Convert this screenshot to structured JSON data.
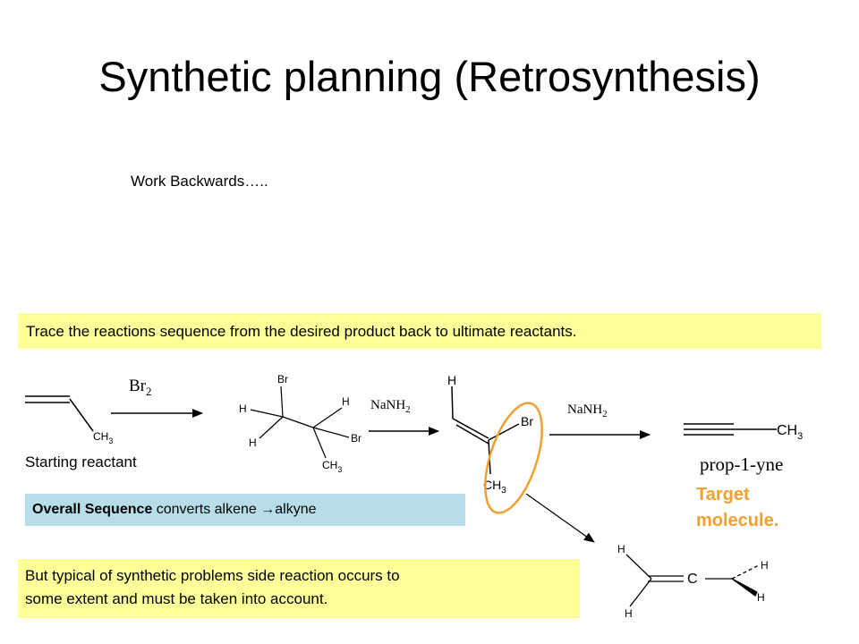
{
  "slide": {
    "title": "Synthetic planning (Retrosynthesis)",
    "subtitle": "Work Backwards…..",
    "trace_text": "Trace the reactions sequence from the desired product back to ultimate reactants.",
    "starting_label": "Starting reactant",
    "overall_bold": "Overall Sequence",
    "overall_rest": " converts alkene ",
    "overall_arrow": "→",
    "overall_end": "alkyne",
    "side_line1": "But typical of synthetic problems side reaction occurs to",
    "side_line2": "some extent and must be taken into account.",
    "target_line1": "Target",
    "target_line2": "molecule."
  },
  "scheme": {
    "reagent1": "Br",
    "reagent1_sub": "2",
    "reagent2": "NaNH",
    "reagent2_sub": "2",
    "reagent3": "NaNH",
    "reagent3_sub": "2",
    "product_name": "prop-1-yne",
    "atom_ch": "CH",
    "atom_ch_sub": "3",
    "atom_h": "H",
    "atom_br": "Br",
    "atom_c": "C"
  },
  "colors": {
    "highlight_yellow": "#ffff99",
    "highlight_blue": "#b7dde8",
    "accent_orange": "#f0a030"
  }
}
